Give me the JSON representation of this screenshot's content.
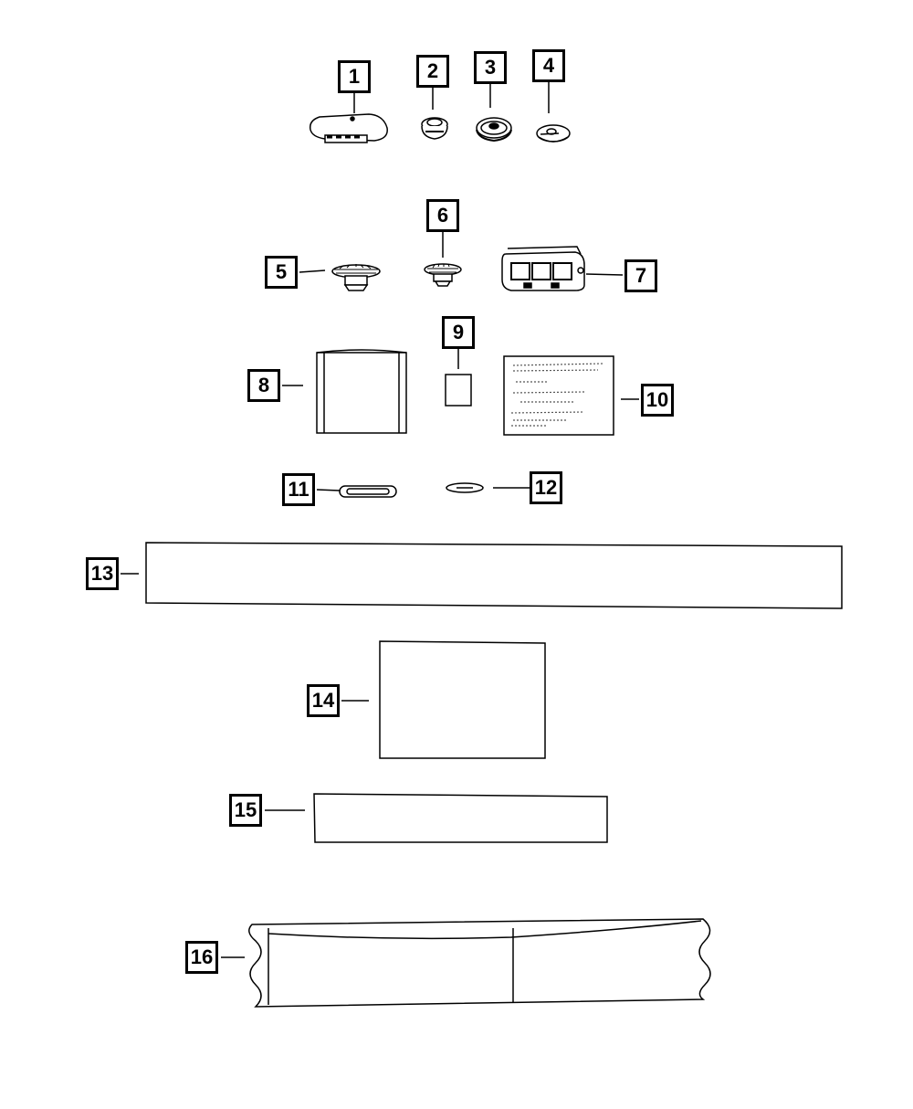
{
  "callouts": [
    "1",
    "2",
    "3",
    "4",
    "5",
    "6",
    "7",
    "8",
    "9",
    "10",
    "11",
    "12",
    "13",
    "14",
    "15",
    "16"
  ],
  "colors": {
    "line": "#000000",
    "background": "#ffffff",
    "shade": "#555555"
  },
  "parts": [
    {
      "number": "1",
      "shape": "oval-cover"
    },
    {
      "number": "2",
      "shape": "grommet"
    },
    {
      "number": "3",
      "shape": "round-plug"
    },
    {
      "number": "4",
      "shape": "small-plug"
    },
    {
      "number": "5",
      "shape": "push-pin-clip"
    },
    {
      "number": "6",
      "shape": "push-pin-clip"
    },
    {
      "number": "7",
      "shape": "bracket"
    },
    {
      "number": "8",
      "shape": "pad"
    },
    {
      "number": "9",
      "shape": "label"
    },
    {
      "number": "10",
      "shape": "textured-pad"
    },
    {
      "number": "11",
      "shape": "oval-plug"
    },
    {
      "number": "12",
      "shape": "flat-plug"
    },
    {
      "number": "13",
      "shape": "long-strip"
    },
    {
      "number": "14",
      "shape": "square-sheet"
    },
    {
      "number": "15",
      "shape": "strip"
    },
    {
      "number": "16",
      "shape": "roll-material"
    }
  ]
}
